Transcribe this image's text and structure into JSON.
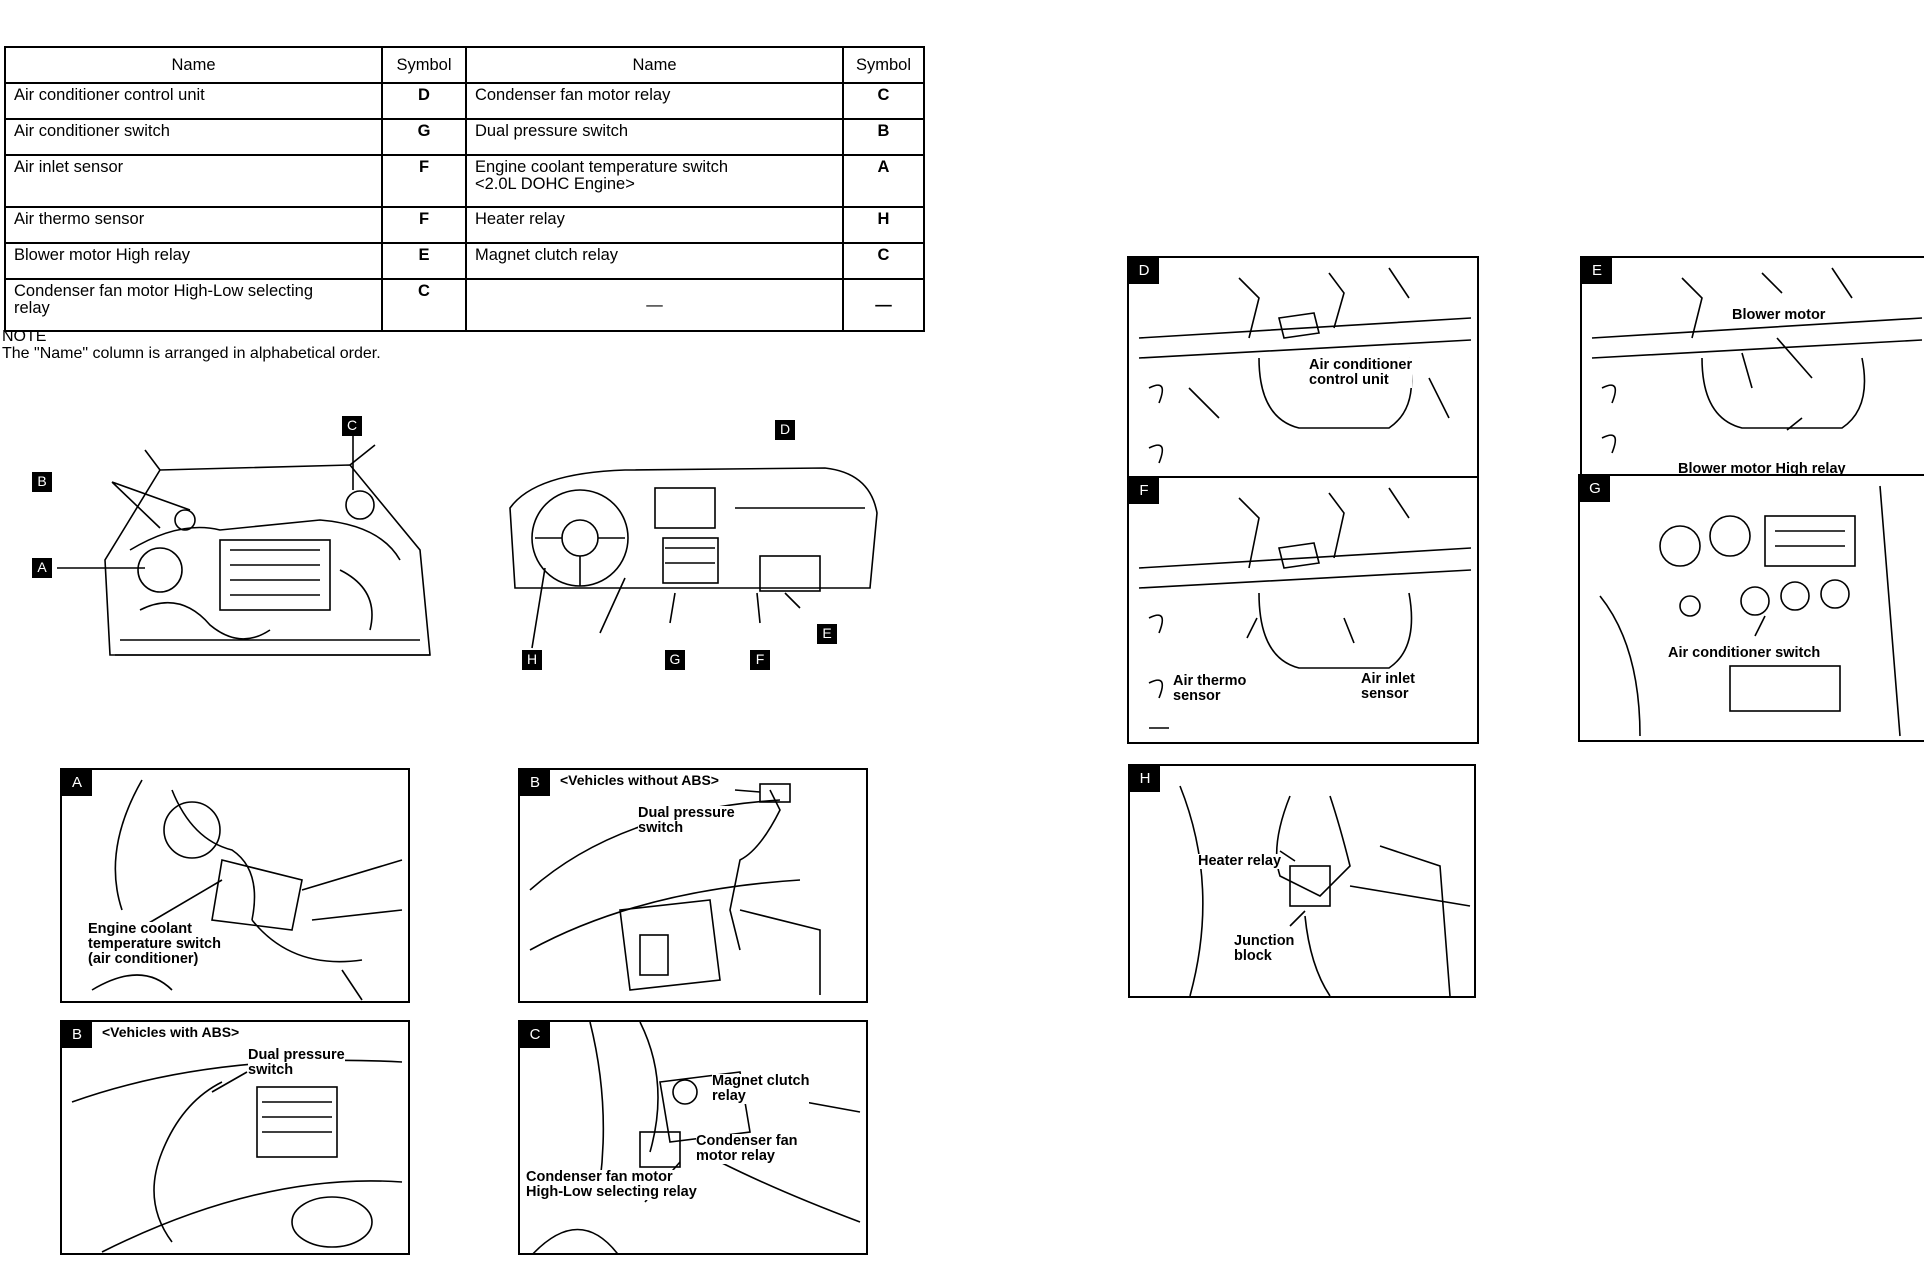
{
  "table": {
    "headers": [
      "Name",
      "Symbol",
      "Name",
      "Symbol"
    ],
    "rows": [
      {
        "name1": "Air conditioner control unit",
        "sym1": "D",
        "name2": "Condenser fan motor relay",
        "sym2": "C"
      },
      {
        "name1": "Air conditioner switch",
        "sym1": "G",
        "name2": "Dual pressure switch",
        "sym2": "B"
      },
      {
        "name1": "Air inlet sensor",
        "sym1": "F",
        "name2": "Engine coolant temperature switch\n<2.0L DOHC Engine>",
        "sym2": "A"
      },
      {
        "name1": "Air thermo sensor",
        "sym1": "F",
        "name2": "Heater relay",
        "sym2": "H"
      },
      {
        "name1": "Blower motor High relay",
        "sym1": "E",
        "name2": "Magnet clutch relay",
        "sym2": "C"
      },
      {
        "name1": "Condenser fan motor High-Low selecting\nrelay",
        "sym1": "C",
        "name2": "—",
        "sym2": "—"
      }
    ]
  },
  "note": {
    "title": "NOTE",
    "text": "The \"Name\" column is arranged in alphabetical order."
  },
  "engine_view": {
    "tags": [
      "A",
      "B",
      "C"
    ]
  },
  "dash_view": {
    "tags": [
      "D",
      "E",
      "F",
      "G",
      "H"
    ]
  },
  "panels": {
    "A": {
      "tag": "A",
      "labels": [
        "Engine coolant\ntemperature switch\n(air conditioner)"
      ]
    },
    "B1": {
      "tag": "B",
      "caption": "<Vehicles without ABS>",
      "labels": [
        "Dual pressure\nswitch"
      ]
    },
    "B2": {
      "tag": "B",
      "caption": "<Vehicles with ABS>",
      "labels": [
        "Dual pressure\nswitch"
      ]
    },
    "C": {
      "tag": "C",
      "labels": [
        "Magnet clutch\nrelay",
        "Condenser fan\nmotor relay",
        "Condenser fan motor\nHigh-Low selecting relay"
      ]
    },
    "D": {
      "tag": "D",
      "labels": [
        "Air conditioner\ncontrol unit"
      ]
    },
    "E": {
      "tag": "E",
      "labels": [
        "Blower motor",
        "Blower motor High relay"
      ]
    },
    "F": {
      "tag": "F",
      "labels": [
        "Air thermo\nsensor",
        "Air inlet\nsensor"
      ]
    },
    "G": {
      "tag": "G",
      "labels": [
        "Air conditioner switch"
      ]
    },
    "H": {
      "tag": "H",
      "labels": [
        "Heater relay",
        "Junction\nblock"
      ]
    }
  }
}
